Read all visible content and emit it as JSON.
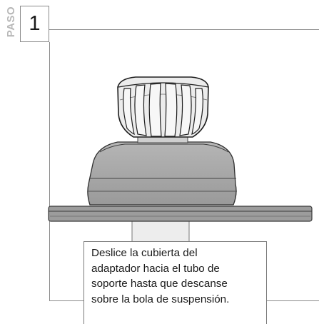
{
  "step": {
    "tag": "PASO",
    "number": "1"
  },
  "caption": {
    "lines": [
      "Deslice la cubierta del",
      "adaptador hacia el tubo de",
      "soporte hasta que descanse",
      "sobre la bola de suspensión."
    ]
  }
}
